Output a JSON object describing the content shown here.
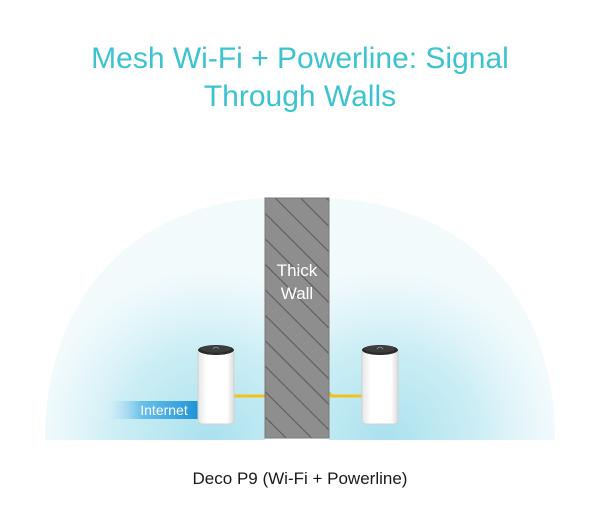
{
  "title": {
    "line1": "Mesh Wi-Fi + Powerline: Signal",
    "line2": "Through Walls"
  },
  "wall": {
    "label_line1": "Thick",
    "label_line2": "Wall"
  },
  "internet_label": "Internet",
  "caption": "Deco P9 (Wi-Fi + Powerline)",
  "colors": {
    "title": "#3cc3cf",
    "signal": "#b8e6f0",
    "wall": "#8d8d8d",
    "powerline": "#f2c21b",
    "internet_arrow": "#2a9bd8"
  },
  "icons": {
    "left_unit": "deco-unit-icon",
    "right_unit": "deco-unit-icon",
    "powerline": "powerline-zigzag-icon"
  }
}
